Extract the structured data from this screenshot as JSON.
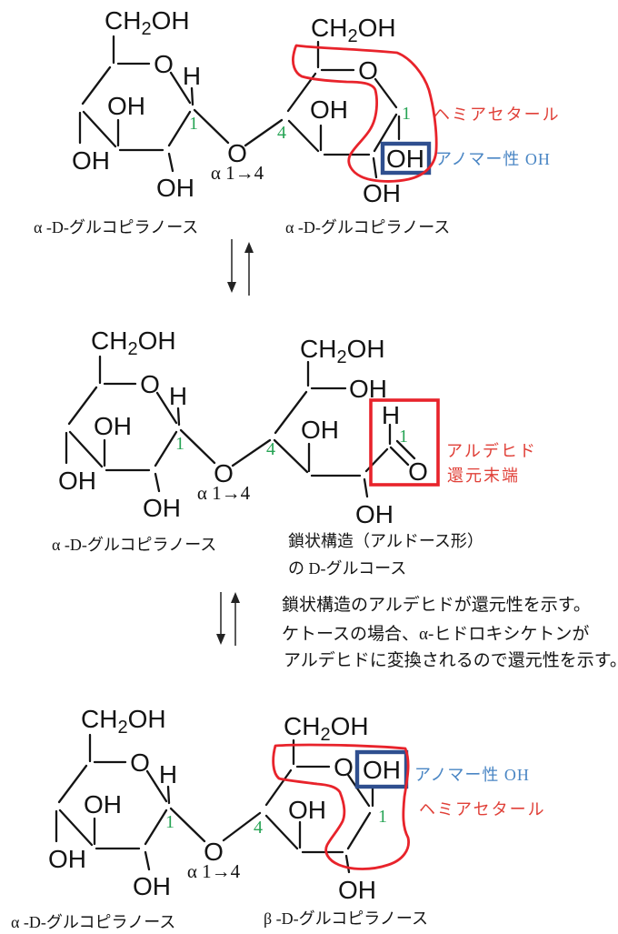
{
  "colors": {
    "red_annotation": "#e8232b",
    "red_text": "#e04038",
    "blue_text": "#4a86c4",
    "navy_box": "#2f4f8f",
    "green_number": "#27a455",
    "structure_black": "#141414"
  },
  "formula": {
    "ch": "CH",
    "sub2": "2",
    "oh": "OH",
    "o": "O",
    "h": "H",
    "c1_number": "1",
    "c4_number": "4",
    "linkage": "α 1→4"
  },
  "top": {
    "left_ring_label": "α -D-グルコピラノース",
    "right_ring_label": "α -D-グルコピラノース",
    "hemiacetal_label": "ヘミアセタール",
    "anomeric_label": "アノマー性 OH"
  },
  "middle": {
    "left_ring_label": "α -D-グルコピラノース",
    "chain_label_line1": "鎖状構造（アルドース形）",
    "chain_label_line2": "の D-グルコース",
    "aldehyde_label": "アルデヒド",
    "reducing_end_label": "還元末端"
  },
  "notes": {
    "line1": "鎖状構造のアルデヒドが還元性を示す。",
    "line2": "ケトースの場合、α-ヒドロキシケトンが",
    "line3": "アルデヒドに変換されるので還元性を示す。"
  },
  "bottom": {
    "left_ring_label": "α -D-グルコピラノース",
    "right_ring_label": "β -D-グルコピラノース",
    "anomeric_label": "アノマー性 OH",
    "hemiacetal_label": "ヘミアセタール"
  }
}
